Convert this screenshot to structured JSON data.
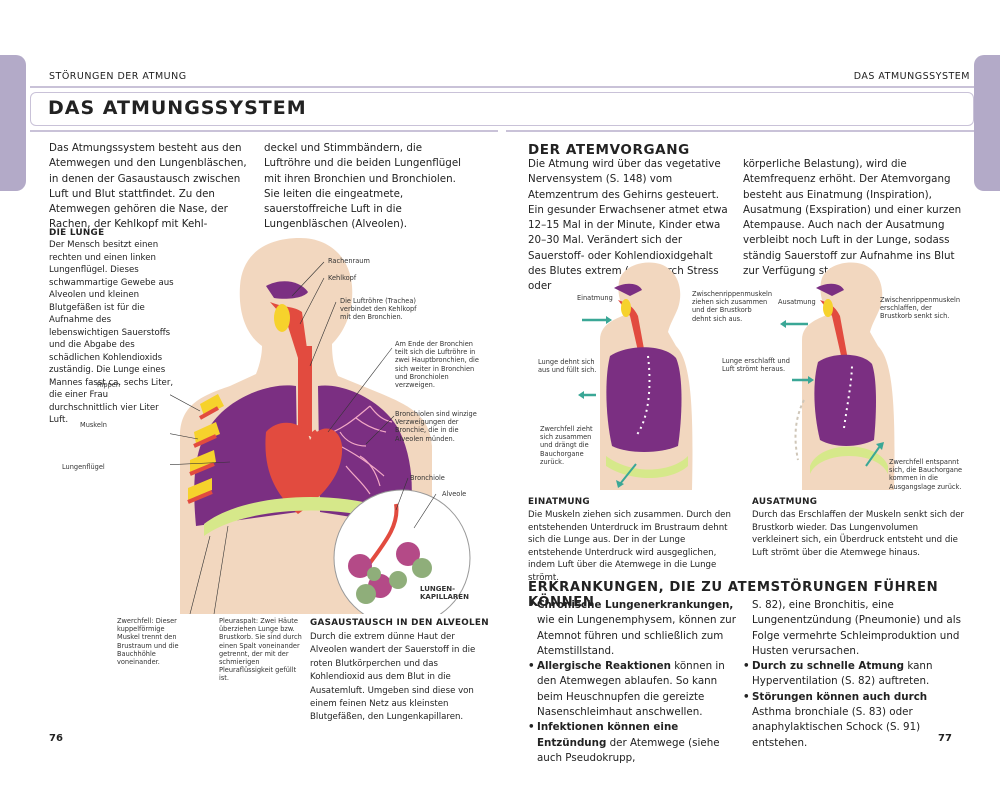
{
  "header": {
    "left": "STÖRUNGEN DER ATMUNG",
    "right": "DAS ATMUNGSSYSTEM"
  },
  "title": "DAS ATMUNGSSYSTEM",
  "intro": {
    "col1": "Das Atmungssystem besteht aus den Atemwegen und den Lungenbläschen, in denen der Gasaustausch zwischen Luft und Blut stattfindet. Zu den Atemwegen gehören die Nase, der Rachen, der Kehlkopf mit Kehl-",
    "col2": "deckel und Stimmbändern, die Luftröhre und die beiden Lungenflügel mit ihren Bronchien und Bronchiolen. Sie leiten die eingeatmete, sauerstoffreiche Luft in die Lungenbläschen (Alveolen)."
  },
  "lunge": {
    "heading": "DIE LUNGE",
    "text": "Der Mensch besitzt einen rechten und einen linken Lungenflügel. Dieses schwammartige Gewebe aus Alveolen und kleinen Blutgefäßen ist für die Aufnahme des lebenswichtigen Sauerstoffs und die Abgabe des schädlichen Kohlendioxids zuständig. Die Lunge eines Mannes fasst ca. sechs Liter, die einer Frau durchschnittlich vier Liter Luft."
  },
  "diagram_labels": {
    "rachenraum": "Rachenraum",
    "kehlkopf": "Kehlkopf",
    "luftroehre": "Die Luftröhre (Trachea) verbindet den Kehlkopf mit den Bronchien.",
    "bronchien": "Am Ende der Bronchien teilt sich die Luftröhre in zwei Hauptbronchien, die sich weiter in Bronchien und Bronchiolen verzweigen.",
    "bronchiolen": "Bronchiolen sind winzige Verzweigungen der Bronchie, die in die Alveolen münden.",
    "bronchiole": "Bronchiole",
    "alveole": "Alveole",
    "rippen": "Rippen",
    "muskeln": "Muskeln",
    "lungenfluegel": "Lungenflügel",
    "lungenkapillaren": "LUNGEN-KAPILLAREN",
    "zwerchfell": "Zwerchfell: Dieser kuppelförmige Muskel trennt den Brustraum und die Bauchhöhle voneinander.",
    "pleuraspalt": "Pleuraspalt: Zwei Häute überziehen Lunge bzw. Brustkorb. Sie sind durch einen Spalt voneinander getrennt, der mit der schmierigen Pleuraflüssigkeit gefüllt ist."
  },
  "gasaustausch": {
    "heading": "GASAUSTAUSCH IN DEN ALVEOLEN",
    "text": "Durch die extrem dünne Haut der Alveolen wandert der Sauerstoff in die roten Blutkörperchen und das Kohlendioxid aus dem Blut in die Ausatemluft. Umgeben sind diese von einem feinen Netz aus kleinsten Blutgefäßen, den Lungenkapillaren."
  },
  "page_left": "76",
  "page_right": "77",
  "atemvorgang": {
    "heading": "DER ATEMVORGANG",
    "col1": "Die Atmung wird über das vegetative Nervensystem (S. 148) vom Atemzentrum des Gehirns gesteuert. Ein gesunder Erwachsener atmet etwa 12–15 Mal in der Minute, Kinder etwa 20–30 Mal. Verändert sich der Sauerstoff- oder Kohlendioxidgehalt des Blutes extrem (z. B. durch Stress oder",
    "col2": "körperliche Belastung), wird die Atemfrequenz erhöht. Der Atemvorgang besteht aus Einatmung (Inspiration), Ausatmung (Exspiration) und einer kurzen Atempause. Auch nach der Ausatmung verbleibt noch Luft in der Lunge, sodass ständig Sauerstoff zur Aufnahme ins Blut zur Verfügung steht."
  },
  "einatmung_labels": {
    "einatmung": "Einatmung",
    "zwischenrippen": "Zwischenrippenmuskeln ziehen sich zusammen und der Brustkorb dehnt sich aus.",
    "lunge": "Lunge dehnt sich aus und füllt sich.",
    "zwerchfell": "Zwerchfell zieht sich zusammen und drängt die Bauchorgane zurück."
  },
  "ausatmung_labels": {
    "ausatmung": "Ausatmung",
    "zwischenrippen": "Zwischenrippenmuskeln erschlaffen, der Brustkorb senkt sich.",
    "lunge": "Lunge erschlafft und Luft strömt heraus.",
    "zwerchfell": "Zwerchfell entspannt sich, die Bauchorgane kommen in die Ausgangslage zurück."
  },
  "einatmung": {
    "heading": "EINATMUNG",
    "text": "Die Muskeln ziehen sich zusammen. Durch den entstehenden Unterdruck im Brustraum dehnt sich die Lunge aus. Der in der Lunge entstehende Unterdruck wird ausgeglichen, indem Luft über die Atemwege in die Lunge strömt."
  },
  "ausatmung": {
    "heading": "AUSATMUNG",
    "text": "Durch das Erschlaffen der Muskeln senkt sich der Brustkorb wieder. Das Lungenvolumen verkleinert sich, ein Überdruck entsteht und die Luft strömt über die Atemwege hinaus."
  },
  "erkrankungen": {
    "heading": "ERKRANKUNGEN, DIE ZU ATEMSTÖRUNGEN FÜHREN KÖNNEN",
    "b1_bold": "Chronische Lungenerkrankungen,",
    "b1_text": " wie ein Lungenemphysem, können zur Atemnot führen und schließlich zum Atemstillstand.",
    "b2_bold": "Allergische Reaktionen",
    "b2_text": " können in den Atemwegen ablaufen. So kann beim Heuschnupfen die gereizte Nasenschleimhaut anschwellen.",
    "b3_bold": "Infektionen können eine Entzündung",
    "b3_text": " der Atemwege (siehe auch Pseudokrupp,",
    "col2_text": "S. 82), eine Bronchitis, eine Lungenentzündung (Pneumonie) und als Folge vermehrte Schleimproduktion und Husten verursachen.",
    "b4_bold": "Durch zu schnelle Atmung",
    "b4_text": " kann Hyperventilation (S. 82) auftreten.",
    "b5_bold": "Störungen können auch durch",
    "b5_text": " Asthma bronchiale (S. 83) oder anaphylaktischen Schock (S. 91) entstehen."
  },
  "colors": {
    "tab": "#b3aac8",
    "rule": "#c9c2d8",
    "skin": "#f2d7bf",
    "lung": "#7b2f82",
    "red": "#e24b3f",
    "yellow": "#f6d22c",
    "teal": "#3aa796",
    "green": "#d6e88a"
  }
}
